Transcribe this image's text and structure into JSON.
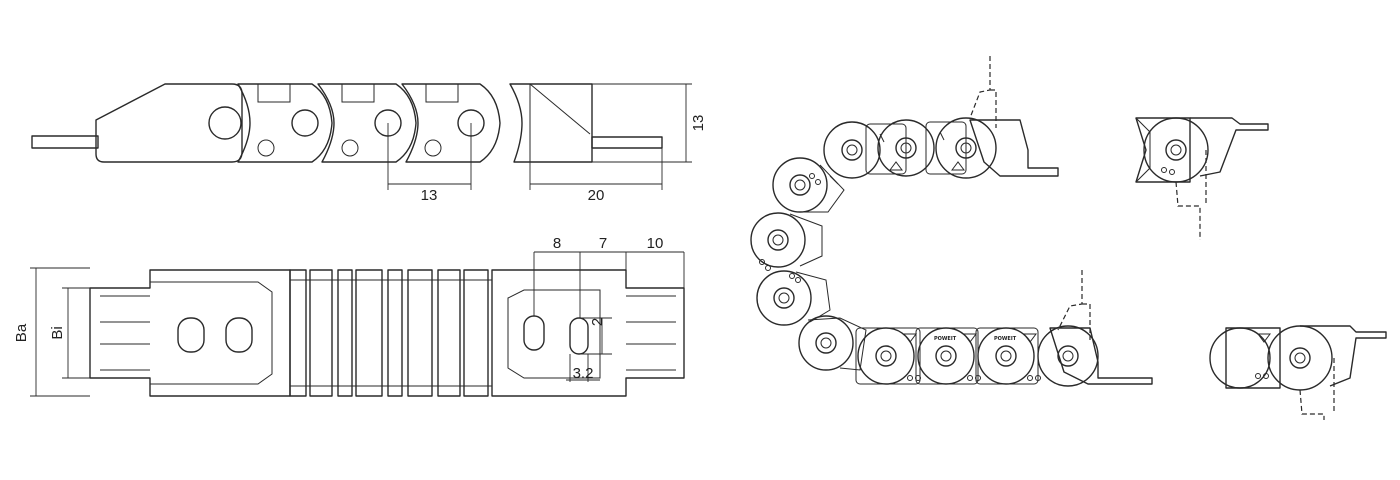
{
  "dimensions": {
    "pitch": "13",
    "height": "13",
    "end_length": "20",
    "hole_offset": "8",
    "hole_pitch": "7",
    "end_offset": "10",
    "slot_width": "2",
    "slot_length": "3.2",
    "outer_width_label": "Ba",
    "inner_width_label": "Bi"
  },
  "logo_text": "POWEIT",
  "colors": {
    "line": "#2a2a2a",
    "background": "#ffffff"
  }
}
